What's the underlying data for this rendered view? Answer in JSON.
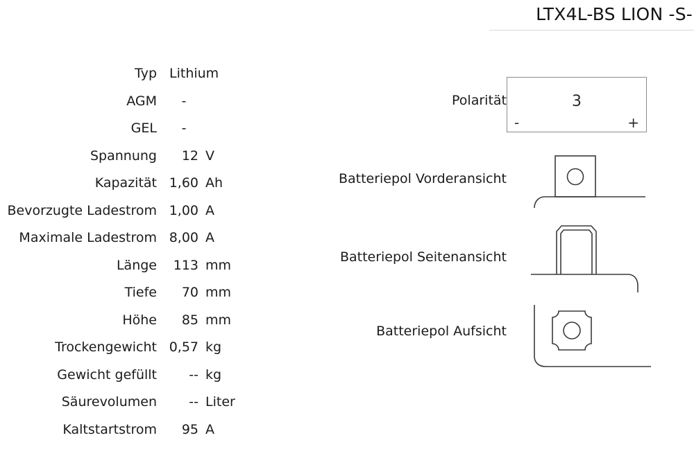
{
  "title": {
    "text": "LTX4L-BS LION -S-"
  },
  "spec_table": {
    "rows": [
      {
        "label": "Typ",
        "value": "Lithium",
        "unit": ""
      },
      {
        "label": "AGM",
        "value": "-",
        "unit": ""
      },
      {
        "label": "GEL",
        "value": "-",
        "unit": ""
      },
      {
        "label": "Spannung",
        "value": "12",
        "unit": "V"
      },
      {
        "label": "Kapazität",
        "value": "1,60",
        "unit": "Ah"
      },
      {
        "label": "Bevorzugte Ladestrom",
        "value": "1,00",
        "unit": "A"
      },
      {
        "label": "Maximale Ladestrom",
        "value": "8,00",
        "unit": "A"
      },
      {
        "label": "Länge",
        "value": "113",
        "unit": "mm"
      },
      {
        "label": "Tiefe",
        "value": "70",
        "unit": "mm"
      },
      {
        "label": "Höhe",
        "value": "85",
        "unit": "mm"
      },
      {
        "label": "Trockengewicht",
        "value": "0,57",
        "unit": "kg"
      },
      {
        "label": "Gewicht gefüllt",
        "value": "--",
        "unit": "kg"
      },
      {
        "label": "Säurevolumen",
        "value": "--",
        "unit": "Liter"
      },
      {
        "label": "Kaltstartstrom",
        "value": "95",
        "unit": "A"
      }
    ]
  },
  "diagrams": {
    "polarity": {
      "label": "Polarität",
      "number": "3",
      "negative_marker": "-",
      "positive_marker": "+"
    },
    "front_view": {
      "label": "Batteriepol Vorderansicht"
    },
    "side_view": {
      "label": "Batteriepol Seitenansicht"
    },
    "top_view": {
      "label": "Batteriepol Aufsicht"
    }
  },
  "colors": {
    "text": "#1b1b1b",
    "line": "#3a3a3a",
    "box_border": "#8a8a8a",
    "rule": "#d8d8d8",
    "background": "#ffffff"
  }
}
